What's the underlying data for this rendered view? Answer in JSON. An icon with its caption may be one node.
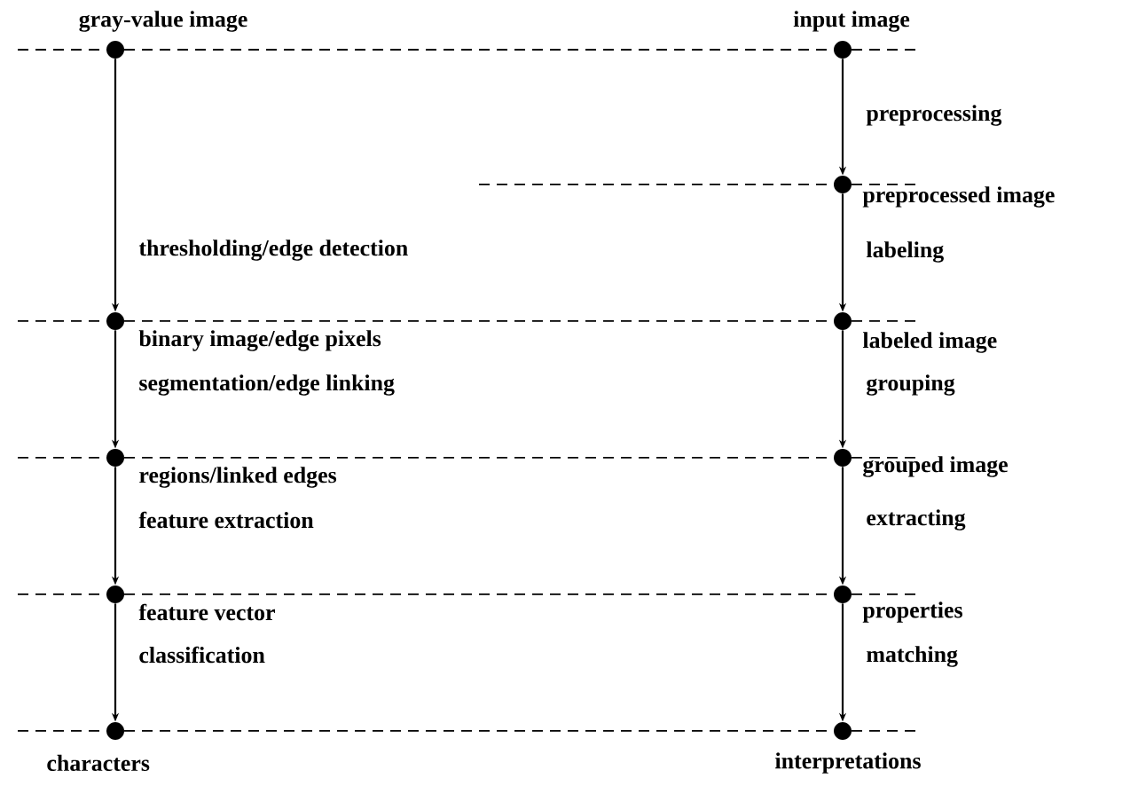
{
  "diagram": {
    "nodes": [
      {
        "text": [
          "gray-value image"
        ]
      },
      {
        "text": [
          "input image"
        ]
      },
      {
        "text": [
          "preprocessed image"
        ]
      },
      {
        "text": [
          "binary image/edge pixels"
        ]
      },
      {
        "text": [
          "labeled image"
        ]
      },
      {
        "text": [
          "regions/linked edges"
        ]
      },
      {
        "text": [
          "grouped image"
        ]
      },
      {
        "text": [
          "feature vector"
        ]
      },
      {
        "text": [
          "properties"
        ]
      },
      {
        "text": [
          "characters"
        ]
      },
      {
        "text": [
          "interpretations"
        ]
      }
    ],
    "edges": [
      {
        "from": 0,
        "to": 3,
        "arrow": "to",
        "label": "thresholding/edge detection"
      },
      {
        "from": 3,
        "to": 5,
        "arrow": "to",
        "label": "segmentation/edge linking"
      },
      {
        "from": 5,
        "to": 7,
        "arrow": "to",
        "label": "feature extraction"
      },
      {
        "from": 7,
        "to": 9,
        "arrow": "to",
        "label": "classification"
      },
      {
        "from": 1,
        "to": 2,
        "arrow": "to",
        "label": "preprocessing"
      },
      {
        "from": 2,
        "to": 4,
        "arrow": "to",
        "label": "labeling"
      },
      {
        "from": 4,
        "to": 6,
        "arrow": "to",
        "label": "grouping"
      },
      {
        "from": 6,
        "to": 8,
        "arrow": "to",
        "label": "extracting"
      },
      {
        "from": 8,
        "to": 10,
        "arrow": "to",
        "label": "matching"
      }
    ]
  }
}
